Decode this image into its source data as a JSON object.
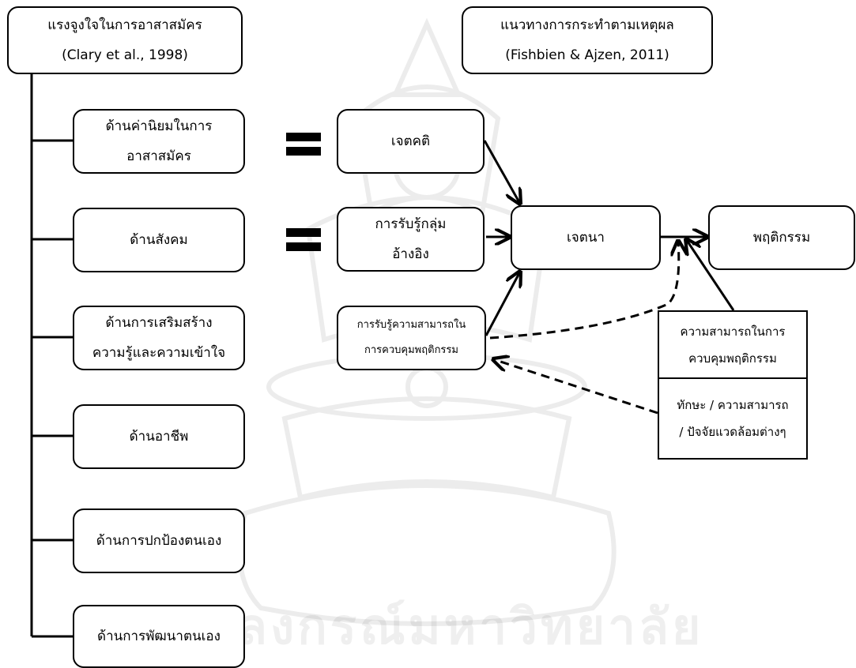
{
  "left_header": {
    "line1": "แรงจูงใจในการอาสาสมัคร",
    "line2": "(Clary et al., 1998)"
  },
  "right_header": {
    "line1": "แนวทางการกระทำตามเหตุผล",
    "line2": "(Fishbien & Ajzen, 2011)"
  },
  "motivations": [
    {
      "line1": "ด้านค่านิยมในการ",
      "line2": "อาสาสมัคร"
    },
    {
      "line1": "ด้านสังคม",
      "line2": ""
    },
    {
      "line1": "ด้านการเสริมสร้าง",
      "line2": "ความรู้และความเข้าใจ"
    },
    {
      "line1": "ด้านอาชีพ",
      "line2": ""
    },
    {
      "line1": "ด้านการปกป้องตนเอง",
      "line2": ""
    },
    {
      "line1": "ด้านการพัฒนาตนเอง",
      "line2": ""
    }
  ],
  "model": {
    "attitude": "เจตคติ",
    "norm": {
      "line1": "การรับรู้กลุ่ม",
      "line2": "อ้างอิง"
    },
    "pbc": {
      "line1": "การรับรู้ความสามารถใน",
      "line2": "การควบคุมพฤติกรรม"
    },
    "intention": "เจตนา",
    "behavior": "พฤติกรรม",
    "actual_control": {
      "line1": "ความสามารถในการ",
      "line2": "ควบคุมพฤติกรรม"
    },
    "factors": {
      "line1": "ทักษะ / ความสามารถ",
      "line2": "/ ปัจจัยแวดล้อมต่างๆ"
    }
  },
  "watermark": "ลงกรณ์มหาวิทยาลัย"
}
